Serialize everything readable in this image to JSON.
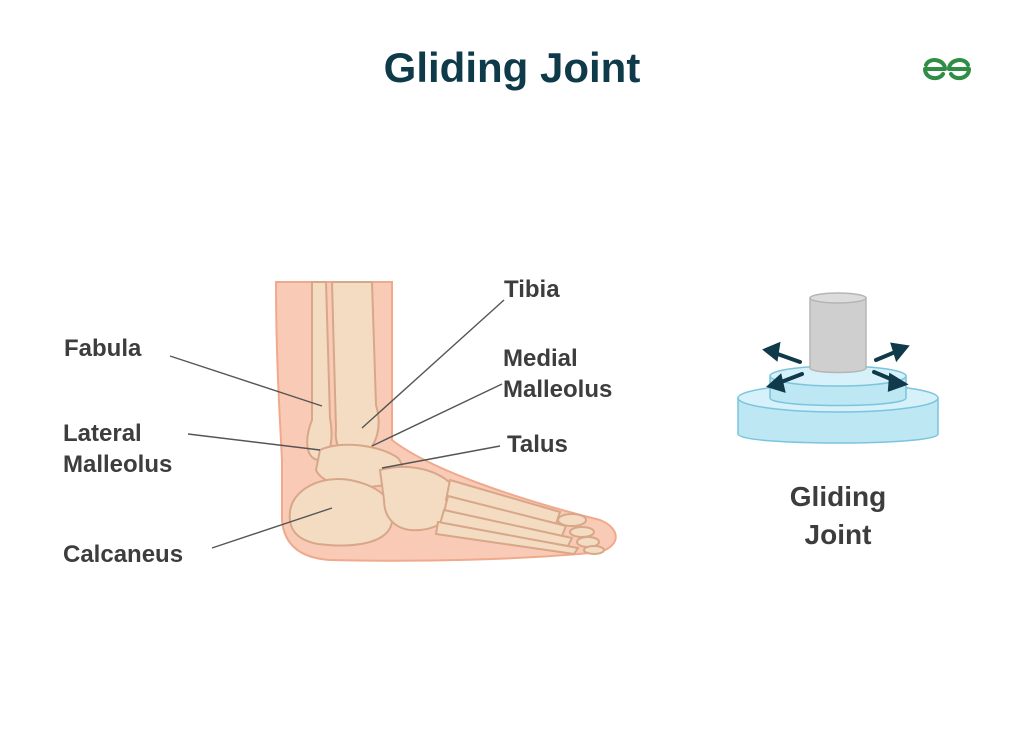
{
  "title": "Gliding Joint",
  "logo": {
    "icon": "geeksforgeeks-logo-icon"
  },
  "labels": {
    "fabula": "Fabula",
    "lateral_malleolus_1": "Lateral",
    "lateral_malleolus_2": "Malleolus",
    "calcaneus": "Calcaneus",
    "tibia": "Tibia",
    "medial_malleolus_1": "Medial",
    "medial_malleolus_2": "Malleolus",
    "talus": "Talus"
  },
  "joint_model": {
    "caption_1": "Gliding",
    "caption_2": "Joint"
  },
  "colors": {
    "title": "#0e3a4a",
    "label": "#3d3d3d",
    "logo": "#2f8d46",
    "skin": "#f9cbb6",
    "bone": "#f3dcc2",
    "bone_outline": "#d8a789",
    "disc": "#bde7f3",
    "cylinder": "#cfcfcf",
    "arrow": "#0e3a4a"
  }
}
